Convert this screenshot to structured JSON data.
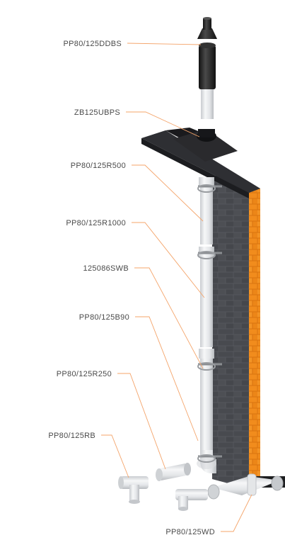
{
  "labels": [
    {
      "id": "terminal",
      "text": "PP80/125DDBS"
    },
    {
      "id": "flashing",
      "text": "ZB125UBPS"
    },
    {
      "id": "pipe-500",
      "text": "PP80/125R500"
    },
    {
      "id": "pipe-1000",
      "text": "PP80/125R1000"
    },
    {
      "id": "bracket",
      "text": "125086SWB"
    },
    {
      "id": "bend-90",
      "text": "PP80/125B90"
    },
    {
      "id": "pipe-250",
      "text": "PP80/125R250"
    },
    {
      "id": "tee",
      "text": "PP80/125RB"
    },
    {
      "id": "wall-duct",
      "text": "PP80/125WD"
    }
  ],
  "colors": {
    "leader": "#f4a46a",
    "brick_face": "#4b4d52",
    "brick_side": "#f08a1c",
    "pipe": "#e6e8ea",
    "terminal": "#222222",
    "roof": "#2e2f33"
  }
}
